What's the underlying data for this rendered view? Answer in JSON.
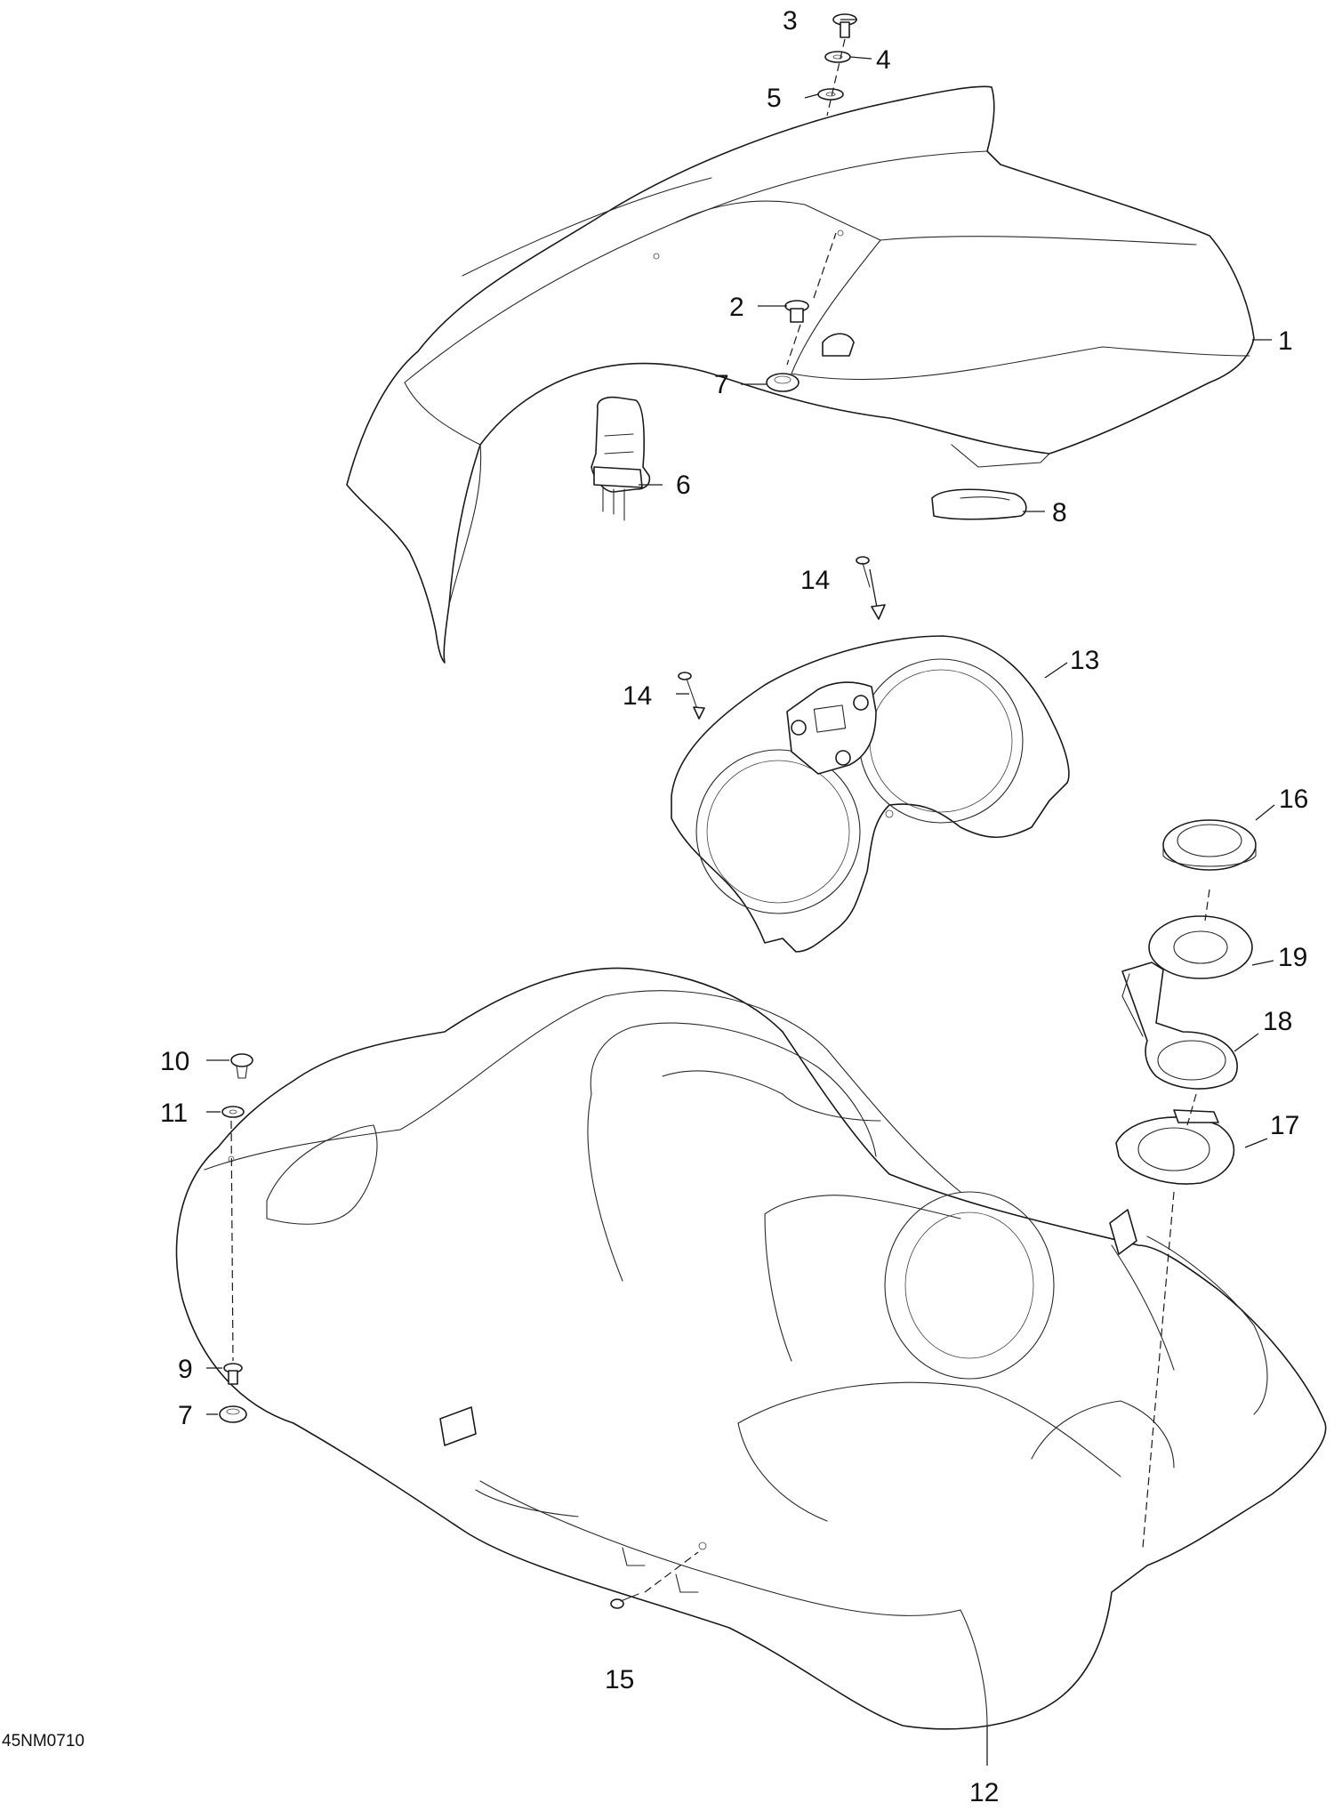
{
  "figure_code": "45NM0710",
  "callouts": [
    {
      "id": "c1",
      "label": "1"
    },
    {
      "id": "c2",
      "label": "2"
    },
    {
      "id": "c3",
      "label": "3"
    },
    {
      "id": "c4",
      "label": "4"
    },
    {
      "id": "c5",
      "label": "5"
    },
    {
      "id": "c6",
      "label": "6"
    },
    {
      "id": "c7a",
      "label": "7"
    },
    {
      "id": "c7b",
      "label": "7"
    },
    {
      "id": "c8",
      "label": "8"
    },
    {
      "id": "c9",
      "label": "9"
    },
    {
      "id": "c10",
      "label": "10"
    },
    {
      "id": "c11",
      "label": "11"
    },
    {
      "id": "c12",
      "label": "12"
    },
    {
      "id": "c13",
      "label": "13"
    },
    {
      "id": "c14a",
      "label": "14"
    },
    {
      "id": "c14b",
      "label": "14"
    },
    {
      "id": "c15",
      "label": "15"
    },
    {
      "id": "c16",
      "label": "16"
    },
    {
      "id": "c17",
      "label": "17"
    },
    {
      "id": "c18",
      "label": "18"
    },
    {
      "id": "c19",
      "label": "19"
    }
  ],
  "colors": {
    "line": "#1a1a1a",
    "background": "#ffffff"
  }
}
